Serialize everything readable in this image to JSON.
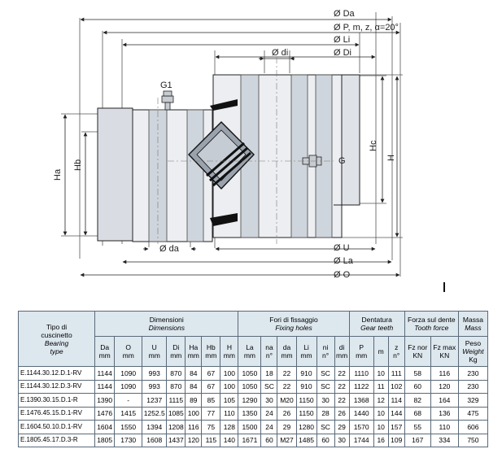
{
  "drawing": {
    "dim_labels": {
      "da_top": "Ø Da",
      "p_m_z": "Ø P, m, z, α=20°",
      "li": "Ø Li",
      "di": "Ø di",
      "di_outer": "Ø Di",
      "g1": "G1",
      "g": "G",
      "hc": "Hc",
      "h": "H",
      "ha": "Ha",
      "hb": "Hb",
      "da_small": "Ø da",
      "u": "Ø U",
      "la": "Ø La",
      "o": "Ø O"
    }
  },
  "table": {
    "groups": {
      "type": {
        "l1": "Tipo di",
        "l2": "cuscinetto",
        "l3": "Bearing",
        "l4": "type"
      },
      "dimensions": {
        "it": "Dimensioni",
        "en": "Dimensions"
      },
      "fixing": {
        "it": "Fori di fissaggio",
        "en": "Fixing holes"
      },
      "gear": {
        "it": "Dentatura",
        "en": "Gear teeth"
      },
      "force": {
        "it": "Forza sul dente",
        "en": "Tooth force"
      },
      "mass": {
        "it": "Massa",
        "en": "Mass"
      }
    },
    "columns": {
      "da": {
        "a": "Da",
        "b": "mm"
      },
      "o": {
        "a": "O",
        "b": "mm"
      },
      "u": {
        "a": "U",
        "b": "mm"
      },
      "di": {
        "a": "Di",
        "b": "mm"
      },
      "ha": {
        "a": "Ha",
        "b": "mm"
      },
      "hb": {
        "a": "Hb",
        "b": "mm"
      },
      "h": {
        "a": "H",
        "b": "mm"
      },
      "la": {
        "a": "La",
        "b": "mm"
      },
      "na": {
        "a": "na",
        "b": "n°"
      },
      "da2": {
        "a": "da",
        "b": "mm"
      },
      "li": {
        "a": "Li",
        "b": "mm"
      },
      "ni": {
        "a": "ni",
        "b": "n°"
      },
      "di2": {
        "a": "di",
        "b": "mm"
      },
      "p": {
        "a": "P",
        "b": "mm"
      },
      "m": {
        "a": "m",
        "b": ""
      },
      "z": {
        "a": "z",
        "b": "n°"
      },
      "fznor": {
        "a": "Fz nor",
        "b": "KN"
      },
      "fzmax": {
        "a": "Fz max",
        "b": "KN"
      },
      "peso": {
        "a": "Peso",
        "b": "Weight",
        "c": "Kg"
      }
    },
    "rows": [
      {
        "code": "E.1144.30.12.D.1-RV",
        "da": "1144",
        "o": "1090",
        "u": "993",
        "di": "870",
        "ha": "84",
        "hb": "67",
        "h": "100",
        "la": "1050",
        "na": "18",
        "da2": "22",
        "li": "910",
        "ni": "SC",
        "di2": "22",
        "p": "1110",
        "m": "10",
        "z": "111",
        "fznor": "58",
        "fzmax": "116",
        "peso": "230"
      },
      {
        "code": "E.1144.30.12.D.3-RV",
        "da": "1144",
        "o": "1090",
        "u": "993",
        "di": "870",
        "ha": "84",
        "hb": "67",
        "h": "100",
        "la": "1050",
        "na": "SC",
        "da2": "22",
        "li": "910",
        "ni": "SC",
        "di2": "22",
        "p": "1122",
        "m": "11",
        "z": "102",
        "fznor": "60",
        "fzmax": "120",
        "peso": "230"
      },
      {
        "code": "E.1390.30.15.D.1-R",
        "da": "1390",
        "o": "-",
        "u": "1237",
        "di": "1115",
        "ha": "89",
        "hb": "85",
        "h": "105",
        "la": "1290",
        "na": "30",
        "da2": "M20",
        "li": "1150",
        "ni": "30",
        "di2": "22",
        "p": "1368",
        "m": "12",
        "z": "114",
        "fznor": "82",
        "fzmax": "164",
        "peso": "329"
      },
      {
        "code": "E.1476.45.15.D.1-RV",
        "da": "1476",
        "o": "1415",
        "u": "1252.5",
        "di": "1085",
        "ha": "100",
        "hb": "77",
        "h": "110",
        "la": "1350",
        "na": "24",
        "da2": "26",
        "li": "1150",
        "ni": "28",
        "di2": "26",
        "p": "1440",
        "m": "10",
        "z": "144",
        "fznor": "68",
        "fzmax": "136",
        "peso": "475"
      },
      {
        "code": "E.1604.50.10.D.1-RV",
        "da": "1604",
        "o": "1550",
        "u": "1394",
        "di": "1208",
        "ha": "116",
        "hb": "75",
        "h": "128",
        "la": "1500",
        "na": "24",
        "da2": "29",
        "li": "1280",
        "ni": "SC",
        "di2": "29",
        "p": "1570",
        "m": "10",
        "z": "157",
        "fznor": "55",
        "fzmax": "110",
        "peso": "606"
      },
      {
        "code": "E.1805.45.17.D.3-R",
        "da": "1805",
        "o": "1730",
        "u": "1608",
        "di": "1437",
        "ha": "120",
        "hb": "115",
        "h": "140",
        "la": "1671",
        "na": "60",
        "da2": "M27",
        "li": "1485",
        "ni": "60",
        "di2": "30",
        "p": "1744",
        "m": "16",
        "z": "109",
        "fznor": "167",
        "fzmax": "334",
        "peso": "750"
      }
    ]
  }
}
